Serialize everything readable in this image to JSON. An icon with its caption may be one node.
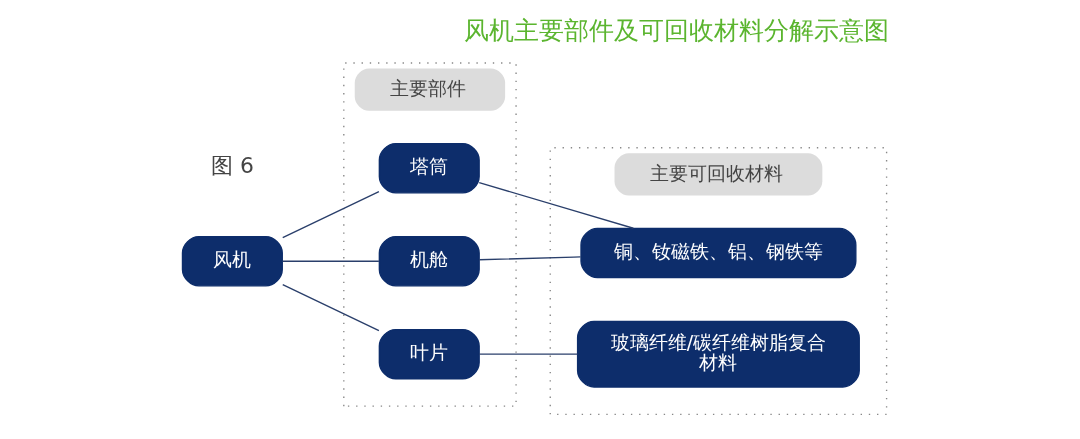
{
  "diagram": {
    "title": "风机主要部件及可回收材料分解示意图",
    "nodes": [
      {
        "text": [
          "风机"
        ]
      },
      {
        "text": [
          "主要部件"
        ]
      },
      {
        "text": [
          "塔筒"
        ],
        "in": 1
      },
      {
        "text": [
          "机舱"
        ],
        "in": 1
      },
      {
        "text": [
          "叶片"
        ],
        "in": 1
      },
      {
        "text": [
          "主要可回收材料"
        ]
      },
      {
        "text": [
          "铜、钕磁铁、铝、钢铁等"
        ],
        "in": 5
      },
      {
        "text": [
          "玻璃纤维/碳纤维树脂复合材料"
        ],
        "in": 5
      }
    ],
    "edges": [
      {
        "from": 0,
        "to": 2,
        "arrow": "none"
      },
      {
        "from": 0,
        "to": 3,
        "arrow": "none"
      },
      {
        "from": 0,
        "to": 4,
        "arrow": "none"
      },
      {
        "from": 2,
        "to": 6,
        "arrow": "none"
      },
      {
        "from": 3,
        "to": 6,
        "arrow": "none"
      },
      {
        "from": 4,
        "to": 7,
        "arrow": "none"
      }
    ],
    "labels": [
      "图 6"
    ]
  }
}
